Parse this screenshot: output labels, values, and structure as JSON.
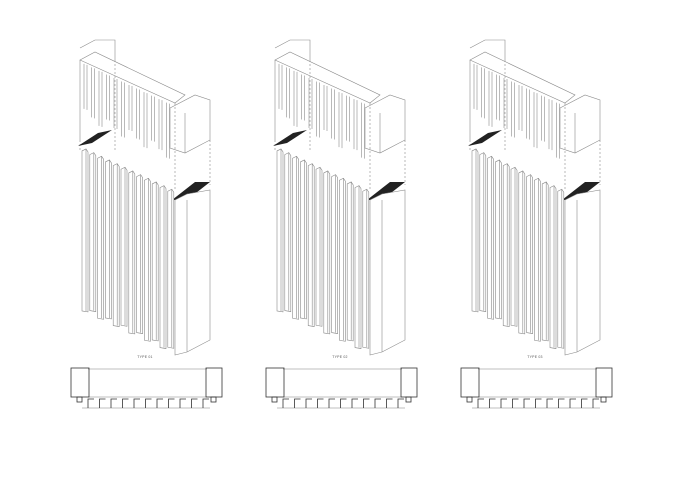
{
  "types": [
    {
      "label": "TYPE 01",
      "fins": 12
    },
    {
      "label": "TYPE 02",
      "fins": 12
    },
    {
      "label": "TYPE 03",
      "fins": 12
    }
  ],
  "colors": {
    "line": "#8a8a8a",
    "dark": "#222222",
    "plan": "#333333"
  }
}
